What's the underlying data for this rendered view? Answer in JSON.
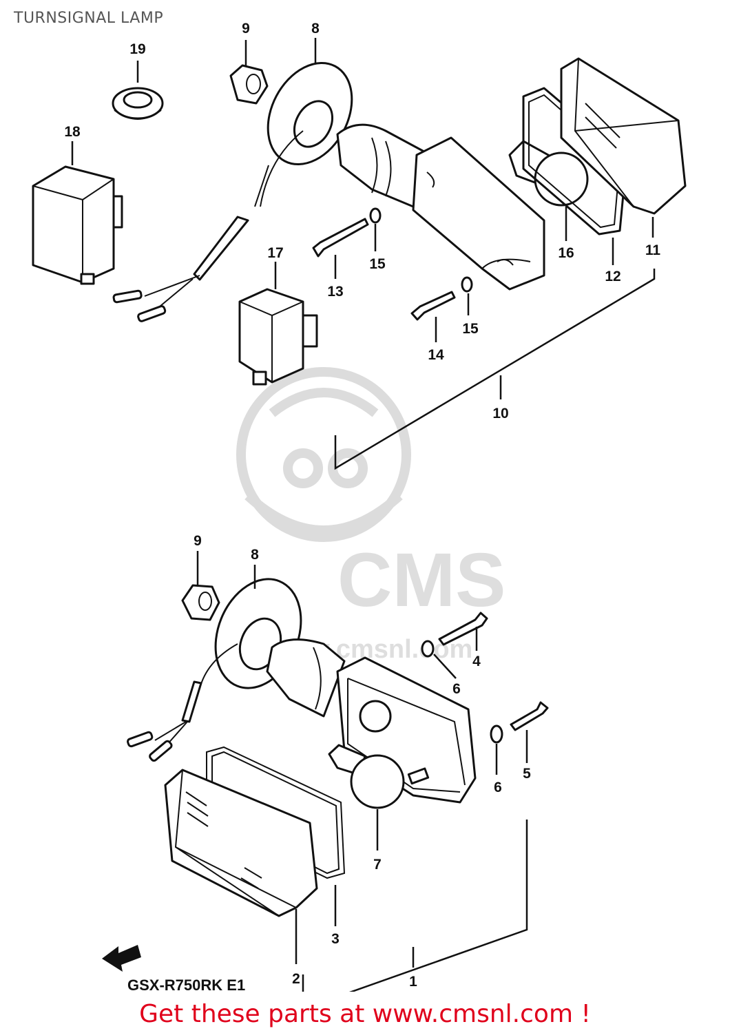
{
  "header": {
    "title": "TURNSIGNAL LAMP"
  },
  "watermark": {
    "brand": "CMS",
    "url": "www.cmsnl.com"
  },
  "model_code": "GSX-R750RK E1",
  "footer": {
    "text": "Get these parts at www.cmsnl.com !",
    "color": "#e0001b"
  },
  "part_numbers": {
    "p1": "1",
    "p2": "2",
    "p3": "3",
    "p4": "4",
    "p5": "5",
    "p6a": "6",
    "p6b": "6",
    "p7": "7",
    "p8a": "8",
    "p8b": "8",
    "p9a": "9",
    "p9b": "9",
    "p10": "10",
    "p11": "11",
    "p12": "12",
    "p13": "13",
    "p14": "14",
    "p15a": "15",
    "p15b": "15",
    "p16": "16",
    "p17": "17",
    "p18": "18",
    "p19": "19"
  }
}
